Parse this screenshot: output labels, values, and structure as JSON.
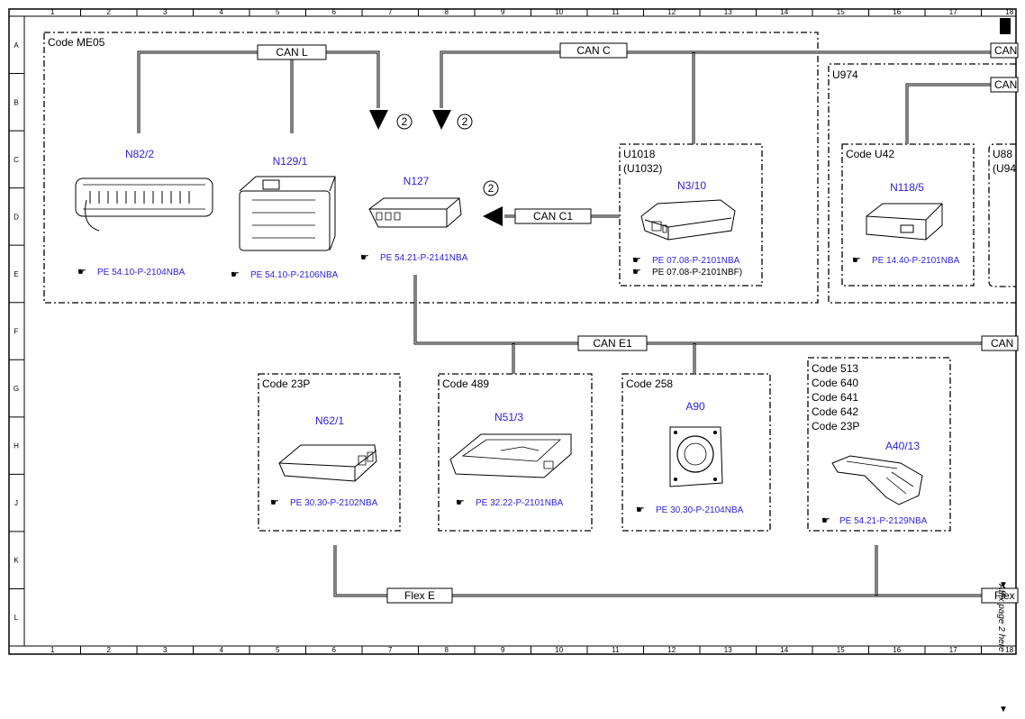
{
  "grid": {
    "cols": [
      "1",
      "2",
      "3",
      "4",
      "5",
      "6",
      "7",
      "8",
      "9",
      "10",
      "11",
      "12",
      "13",
      "14",
      "15",
      "16",
      "17",
      "18"
    ],
    "rows": [
      "A",
      "B",
      "C",
      "D",
      "E",
      "F",
      "G",
      "H",
      "J",
      "K",
      "L"
    ]
  },
  "buses": {
    "can_l": "CAN L",
    "can_c": "CAN C",
    "can_c_right": "CAN",
    "can_u974": "CAN",
    "can_c1": "CAN C1",
    "can_e1": "CAN E1",
    "can_e1_right": "CAN",
    "flex_e": "Flex E",
    "flex_right": "Flex"
  },
  "markers": {
    "ref2_a": "2",
    "ref2_b": "2",
    "ref2_c": "2"
  },
  "groups": {
    "me05": "Code ME05",
    "u974": "U974",
    "u1018": "U1018",
    "u1032": "(U1032)",
    "u42": "Code U42",
    "u88": "U88",
    "u94": "(U94",
    "c23p": "Code 23P",
    "c489": "Code 489",
    "c258": "Code 258",
    "c513_lines": [
      "Code 513",
      "Code 640",
      "Code 641",
      "Code 642",
      "Code 23P"
    ]
  },
  "components": {
    "n82_2": {
      "name": "N82/2",
      "ref": "PE 54.10-P-2104NBA"
    },
    "n129_1": {
      "name": "N129/1",
      "ref": "PE 54.10-P-2106NBA"
    },
    "n127": {
      "name": "N127",
      "ref": "PE 54.21-P-2141NBA"
    },
    "n3_10": {
      "name": "N3/10",
      "ref": "PE 07.08-P-2101NBA",
      "ref2": "PE 07.08-P-2101NBF)"
    },
    "n118_5": {
      "name": "N118/5",
      "ref": "PE 14.40-P-2101NBA"
    },
    "n62_1": {
      "name": "N62/1",
      "ref": "PE 30.30-P-2102NBA"
    },
    "n51_3": {
      "name": "N51/3",
      "ref": "PE 32.22-P-2101NBA"
    },
    "a90": {
      "name": "A90",
      "ref": "PE 30.30-P-2104NBA"
    },
    "a40_13": {
      "name": "A40/13",
      "ref": "PE 54.21-P-2129NBA"
    }
  },
  "side_note": "Affix page 2 here",
  "colors": {
    "component_label": "#2a1fd6",
    "line": "#000000"
  }
}
